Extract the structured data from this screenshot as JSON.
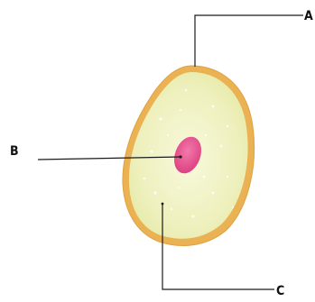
{
  "labels": {
    "a": "A",
    "b": "B",
    "c": "C"
  },
  "colors": {
    "cell_membrane": "#e8b04e",
    "cytoplasm_outer": "#eef0b8",
    "cytoplasm_inner": "#f6f8d6",
    "nucleus": "#e44a8a",
    "nucleus_highlight": "#f48ab6",
    "leader_line": "#1a1a1a",
    "background": "#ffffff"
  }
}
